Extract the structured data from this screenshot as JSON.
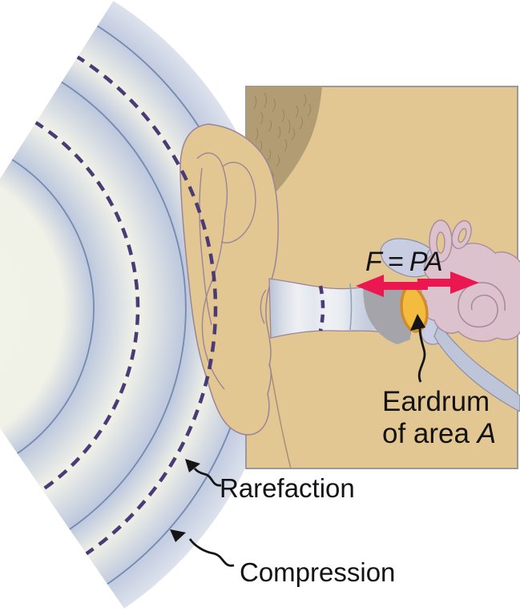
{
  "diagram": {
    "title_semantic": "Sound wave pressure on the eardrum",
    "formula": "F = PA",
    "eardrum_label_line1": "Eardrum",
    "eardrum_label_line2_prefix": "of area ",
    "eardrum_label_line2_var": "A",
    "rarefaction_label": "Rarefaction",
    "compression_label": "Compression"
  },
  "icons": {
    "force_arrow_left": "force-arrow-left-icon",
    "force_arrow_right": "force-arrow-right-icon",
    "eardrum_pointer": "eardrum-pointer-arrow-icon",
    "rarefaction_pointer": "rarefaction-pointer-arrow-icon",
    "compression_pointer": "compression-pointer-arrow-icon"
  },
  "colors": {
    "background": "#ffffff",
    "wave_rarefaction_band": "#f2f3e9",
    "wave_compression_band": "#bdc8de",
    "compression_line_blue": "#7589ae",
    "rarefaction_dash_purple": "#4a3b76",
    "skin_tan": "#e2c793",
    "hair_brown": "#b29c73",
    "outline_mauve": "#9c8497",
    "ear_canal_shadow_gray": "#a4a4aa",
    "eardrum_orange": "#f3bc3e",
    "eardrum_outline": "#cf8c2e",
    "ossicle_blue_gray": "#c8cde1",
    "ossicle_outline": "#8d8da8",
    "inner_ear_pink": "#dcc2cd",
    "inner_ear_outline": "#a98b9c",
    "eustachian_tube_gray": "#bfc5d9",
    "force_arrow_red": "#ea1750",
    "label_text": "#131313",
    "panel_border_gray": "#9a9a9a"
  }
}
